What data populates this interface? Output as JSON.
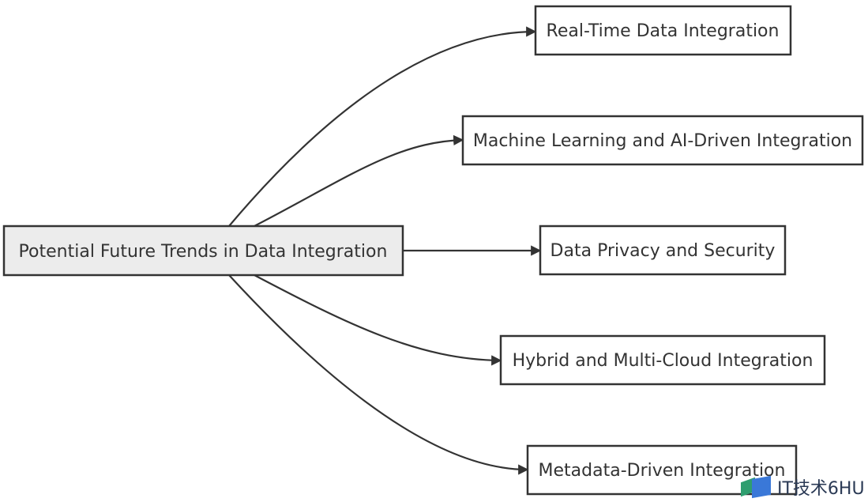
{
  "diagram": {
    "root": {
      "label": "Potential Future Trends in Data Integration"
    },
    "children": [
      {
        "label": "Real-Time Data Integration"
      },
      {
        "label": "Machine Learning and AI-Driven Integration"
      },
      {
        "label": "Data Privacy and Security"
      },
      {
        "label": "Hybrid and Multi-Cloud Integration"
      },
      {
        "label": "Metadata-Driven Integration"
      }
    ]
  },
  "watermark": {
    "text": "IT技术6HU"
  },
  "colors": {
    "stroke": "#333333",
    "root_fill": "#ececec",
    "node_fill": "#ffffff"
  }
}
